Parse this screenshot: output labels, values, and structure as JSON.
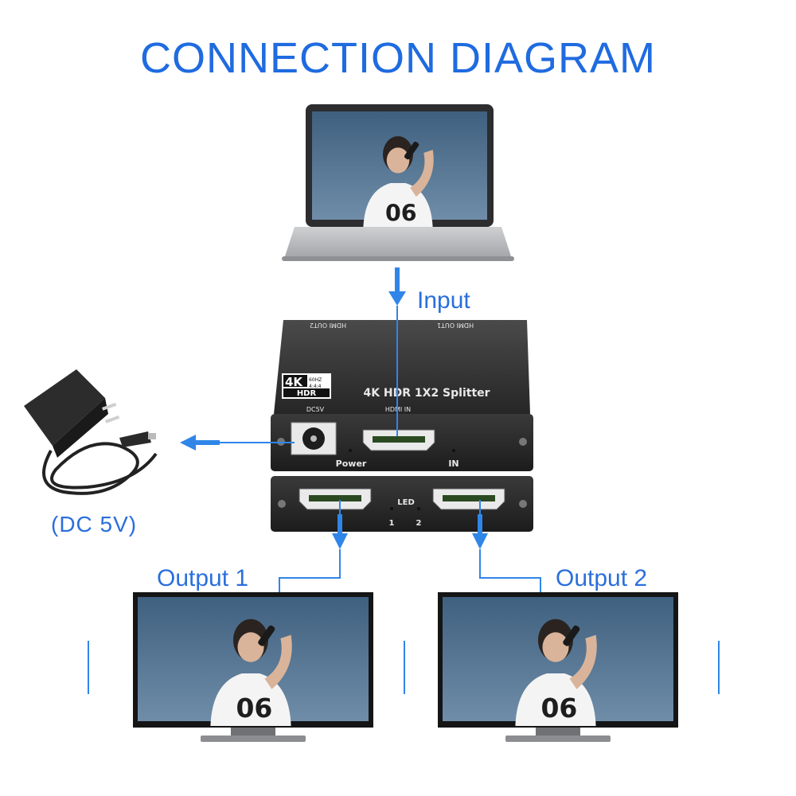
{
  "title": "CONNECTION DIAGRAM",
  "labels": {
    "input": "Input",
    "output1": "Output 1",
    "output2": "Output 2",
    "power_supply": "(DC 5V)"
  },
  "splitter": {
    "name": "4K HDR 1X2 Splitter",
    "badge_4k": "4K",
    "badge_hz": "60HZ",
    "badge_444": "4:4:4",
    "badge_hdr": "HDR",
    "top_port_out2": "HDMI OUT2",
    "top_port_out1": "HDMI OUT1",
    "port_dc": "DC5V",
    "port_hdmi_in": "HDMI IN",
    "led_power": "Power",
    "led_in": "IN",
    "led_title": "LED",
    "led_1": "1",
    "led_2": "2"
  },
  "screen_image": {
    "shirt_number": "06"
  },
  "colors": {
    "accent_blue": "#1f6be0",
    "arrow_blue": "#2f86e8",
    "device_dark": "#2b2b2b",
    "screen_bg": "#4d6d8c"
  }
}
